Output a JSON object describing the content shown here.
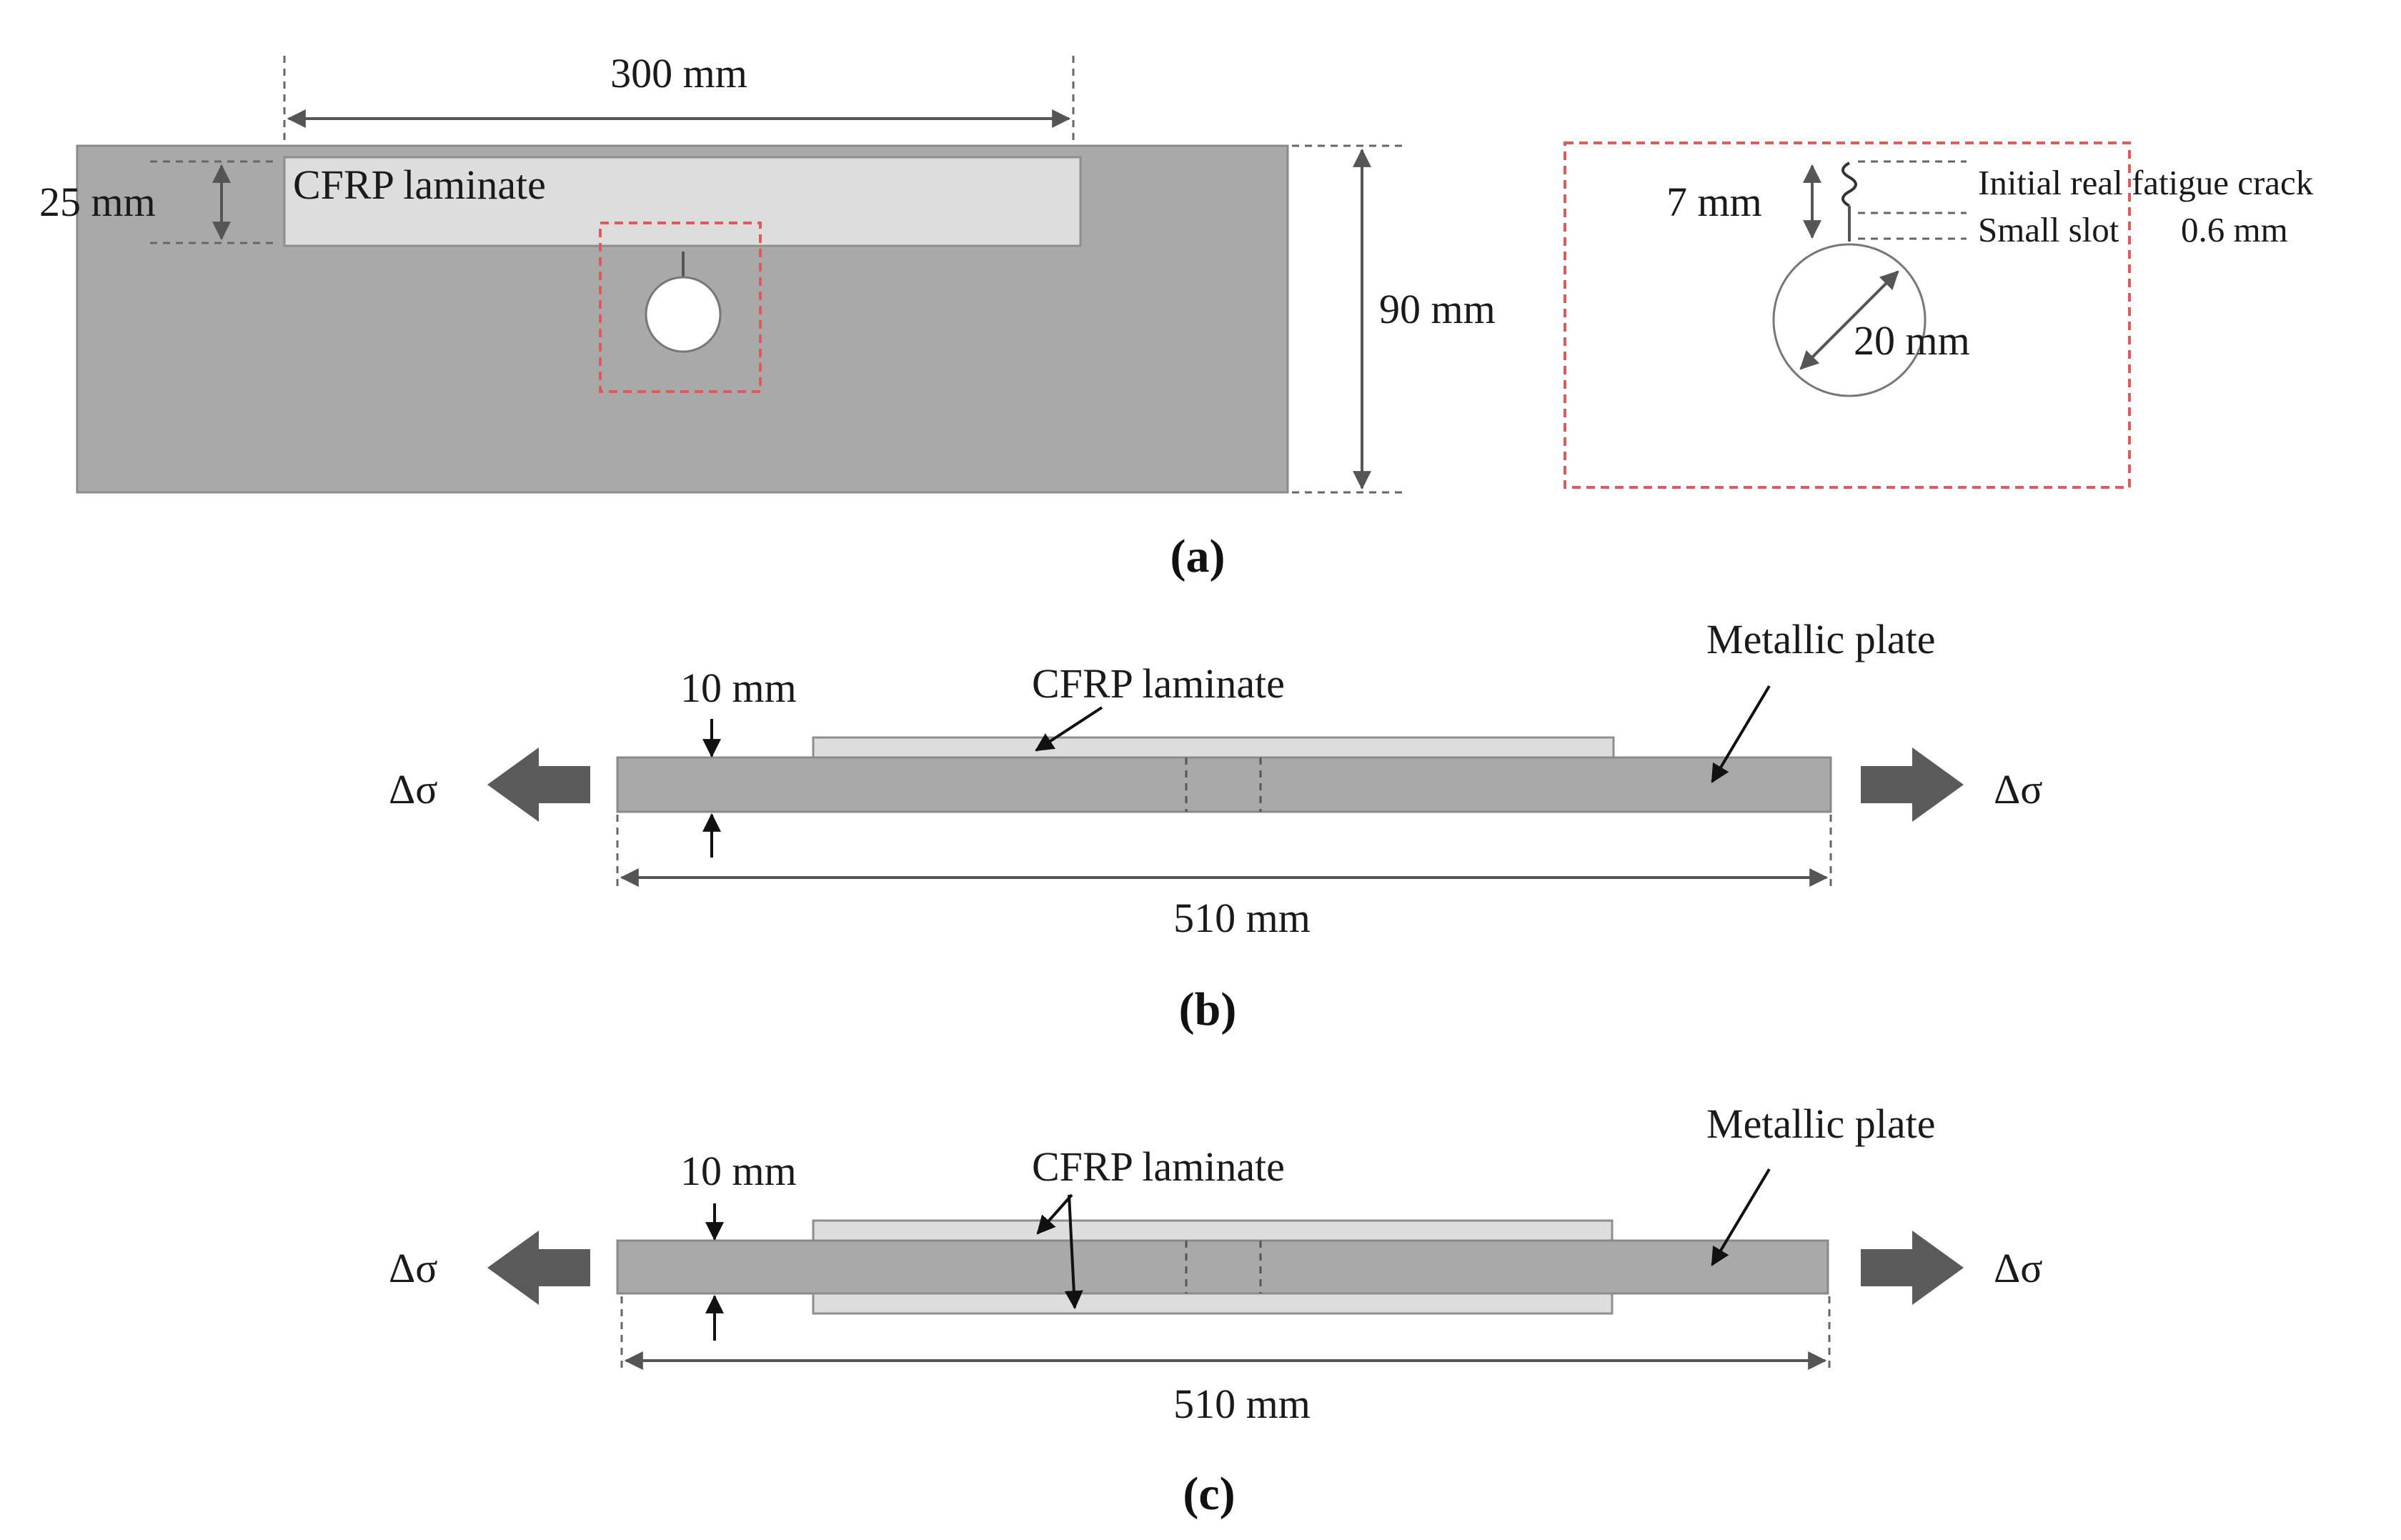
{
  "panel_a": {
    "dim_length": "300 mm",
    "dim_cfrp_width": "25 mm",
    "dim_plate_width": "90 mm",
    "cfrp_label": "CFRP laminate",
    "caption": "(a)",
    "detail": {
      "dim_crack": "7 mm",
      "crack_label": "Initial real fatigue crack",
      "slot_label": "Small slot",
      "slot_value": "0.6 mm",
      "dim_hole": "20 mm"
    }
  },
  "panel_b": {
    "dim_thickness": "10  mm",
    "cfrp_label": "CFRP laminate",
    "plate_label": "Metallic plate",
    "stress_left": "Δσ",
    "stress_right": "Δσ",
    "dim_length": "510 mm",
    "caption": "(b)"
  },
  "panel_c": {
    "dim_thickness": "10  mm",
    "cfrp_label": "CFRP laminate",
    "plate_label": "Metallic plate",
    "stress_left": "Δσ",
    "stress_right": "Δσ",
    "dim_length": "510 mm",
    "caption": "(c)"
  },
  "colors": {
    "plate": "#a9a9a9",
    "cfrp": "#dddddd",
    "detail_frame": "#e05a5a",
    "force_arrow": "#5a5a5a"
  }
}
